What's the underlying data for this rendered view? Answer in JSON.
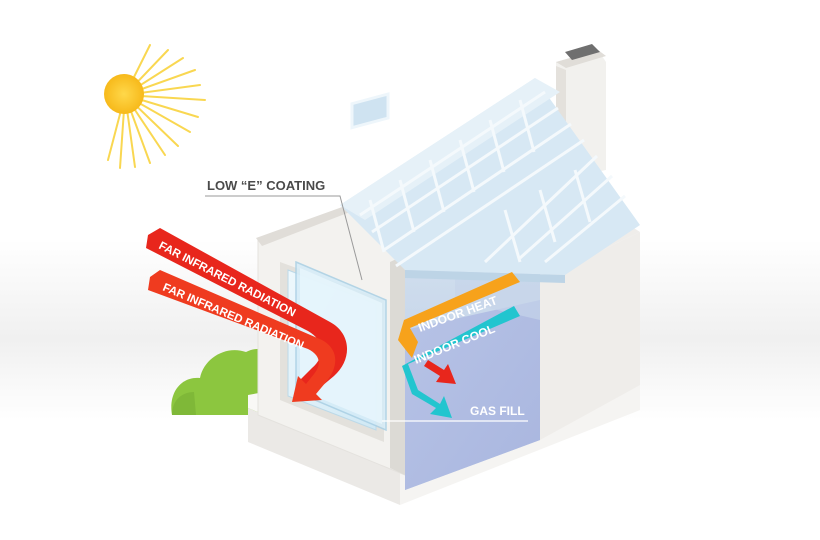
{
  "labels": {
    "low_e_coating": "LOW “E” COATING",
    "far_infrared_1": "FAR INFRARED RADIATION",
    "far_infrared_2": "FAR INFRARED RADIATION",
    "indoor_heat": "INDOOR HEAT",
    "indoor_cool": "INDOOR COOL",
    "gas_fill": "GAS FILL"
  },
  "colors": {
    "far_infrared": "#e8261c",
    "indoor_heat": "#f7a21b",
    "indoor_cool": "#22c5cf",
    "heat_arrow": "#e8261c",
    "sun": "#f7c21d",
    "bush": "#8bc34a",
    "roof_tile": "#cfe3f2",
    "wall": "#f1f0ee",
    "glass": "#d6ecf7"
  },
  "icons": {
    "sun": "sun-icon",
    "bush": "bush-icon",
    "chimney": "chimney-icon"
  }
}
